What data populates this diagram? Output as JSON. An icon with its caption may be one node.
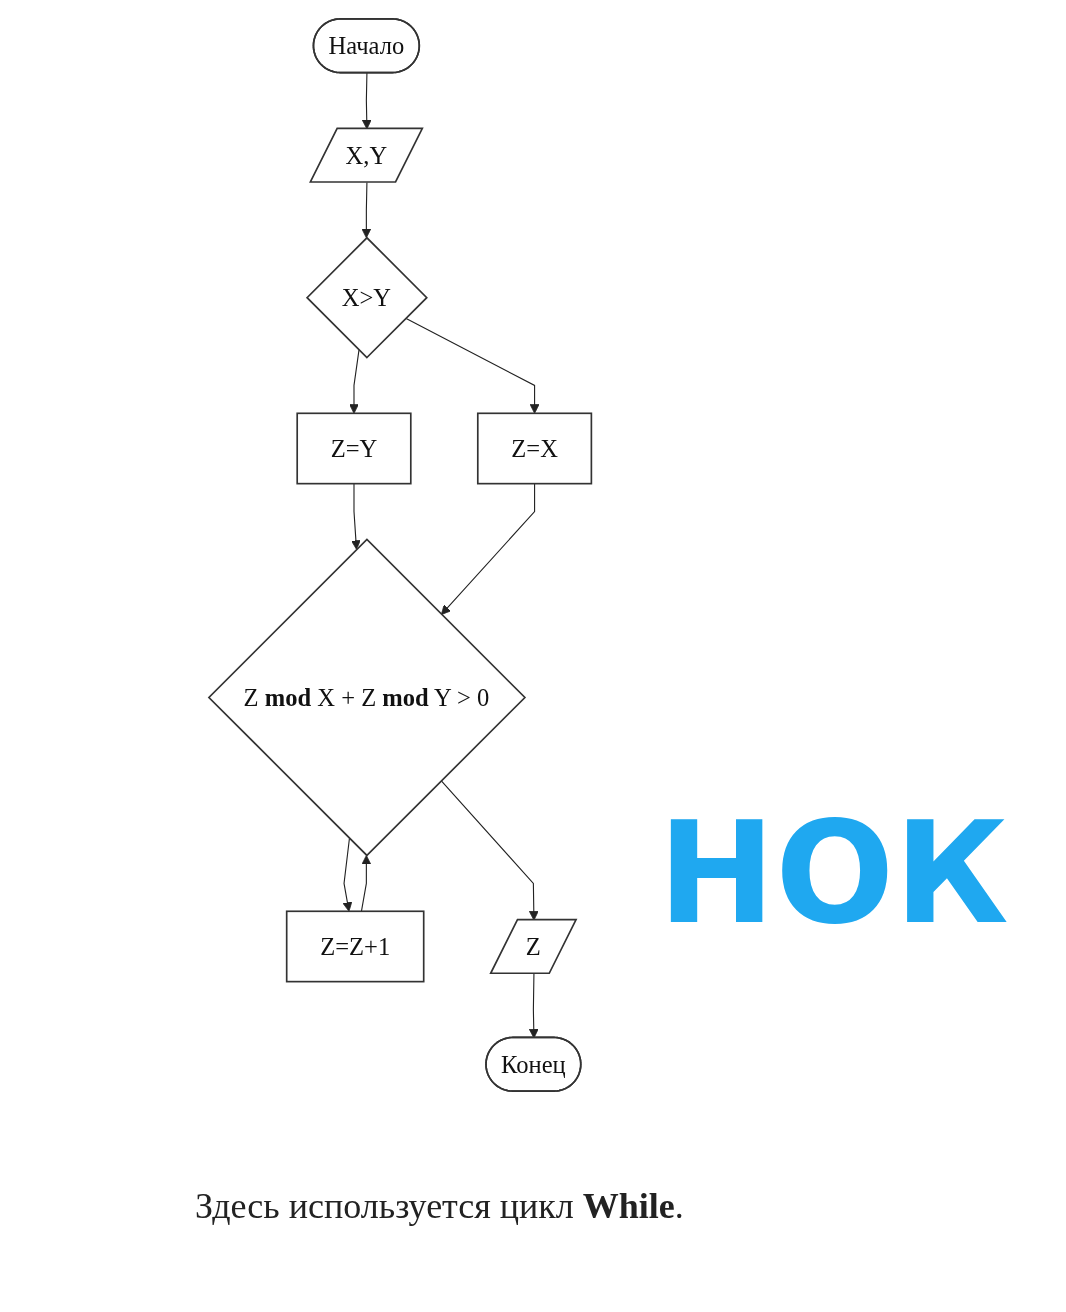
{
  "diagram": {
    "caption": "Здесь используется цикл **While**.",
    "nodes": [
      {
        "text": [
          "Начало"
        ]
      },
      {
        "text": [
          "X,Y"
        ]
      },
      {
        "text": [
          "X>Y"
        ]
      },
      {
        "text": [
          "Z=Y"
        ]
      },
      {
        "text": [
          "Z=X"
        ]
      },
      {
        "text": [
          "Z **mod** X + Z **mod** Y > 0"
        ]
      },
      {
        "text": [
          "Z=Z+1"
        ]
      },
      {
        "text": [
          "Z"
        ]
      },
      {
        "text": [
          "Конец"
        ]
      }
    ],
    "edges": [
      {
        "from": 0,
        "to": 1,
        "arrow": "to"
      },
      {
        "from": 1,
        "to": 2,
        "arrow": "to"
      },
      {
        "from": 2,
        "to": 3,
        "arrow": "to"
      },
      {
        "from": 2,
        "to": 4,
        "arrow": "to"
      },
      {
        "from": 3,
        "to": 5,
        "arrow": "to"
      },
      {
        "from": 4,
        "to": 5,
        "arrow": "to"
      },
      {
        "from": 5,
        "to": 6,
        "arrow": "to"
      },
      {
        "from": 6,
        "to": 5,
        "arrow": "to"
      },
      {
        "from": 5,
        "to": 7,
        "arrow": "to"
      },
      {
        "from": 7,
        "to": 8,
        "arrow": "to"
      }
    ],
    "labels": [
      "НОК"
    ]
  }
}
